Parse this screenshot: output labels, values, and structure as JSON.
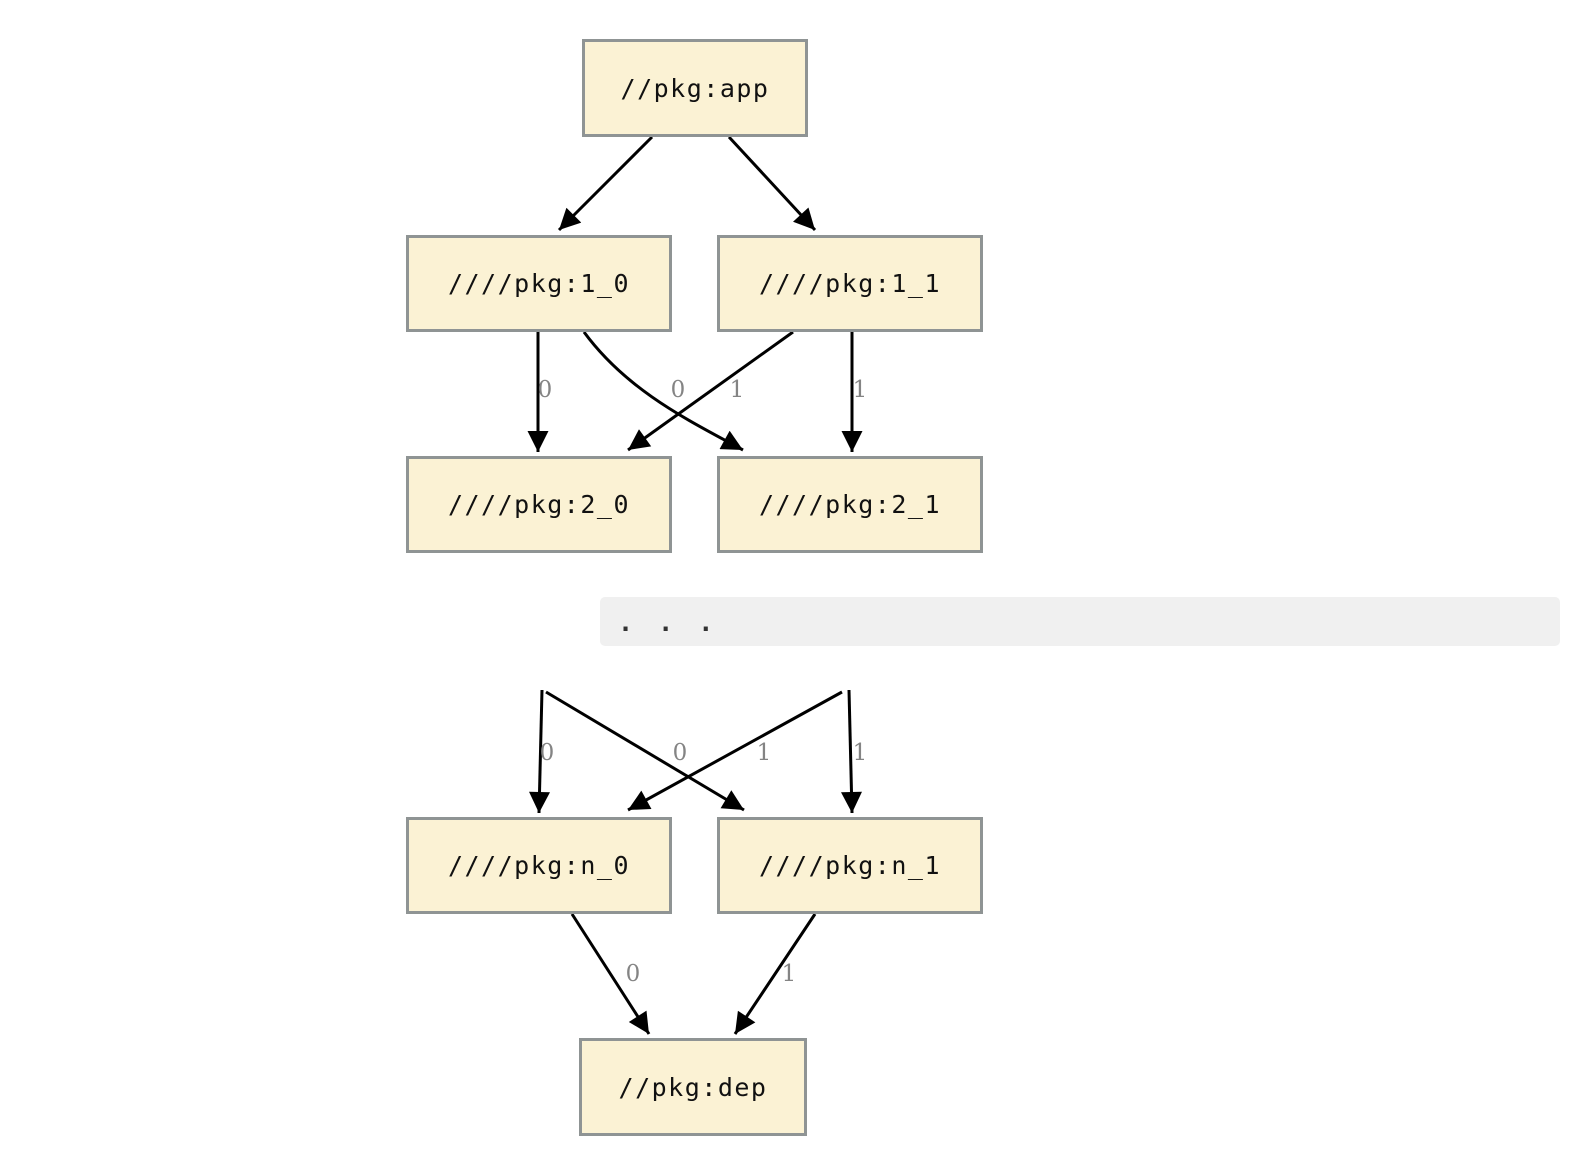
{
  "diagram": {
    "type": "dependency-graph",
    "nodes": {
      "app": {
        "label": "//pkg:app"
      },
      "l1_0": {
        "label": "////pkg:1_0"
      },
      "l1_1": {
        "label": "////pkg:1_1"
      },
      "l2_0": {
        "label": "////pkg:2_0"
      },
      "l2_1": {
        "label": "////pkg:2_1"
      },
      "ln_0": {
        "label": "////pkg:n_0"
      },
      "ln_1": {
        "label": "////pkg:n_1"
      },
      "dep": {
        "label": "//pkg:dep"
      }
    },
    "edges": [
      {
        "from": "//pkg:app",
        "to": "////pkg:1_0",
        "label": ""
      },
      {
        "from": "//pkg:app",
        "to": "////pkg:1_1",
        "label": ""
      },
      {
        "from": "////pkg:1_0",
        "to": "////pkg:2_0",
        "label": "0"
      },
      {
        "from": "////pkg:1_0",
        "to": "////pkg:2_1",
        "label": "0"
      },
      {
        "from": "////pkg:1_1",
        "to": "////pkg:2_0",
        "label": "1"
      },
      {
        "from": "////pkg:1_1",
        "to": "////pkg:2_1",
        "label": "1"
      },
      {
        "from": "…",
        "to": "////pkg:n_0",
        "label": "0"
      },
      {
        "from": "…",
        "to": "////pkg:n_1",
        "label": "0"
      },
      {
        "from": "…",
        "to": "////pkg:n_0",
        "label": "1"
      },
      {
        "from": "…",
        "to": "////pkg:n_1",
        "label": "1"
      },
      {
        "from": "////pkg:n_0",
        "to": "//pkg:dep",
        "label": "0"
      },
      {
        "from": "////pkg:n_1",
        "to": "//pkg:dep",
        "label": "1"
      }
    ],
    "ellipsis": ". . .",
    "colors": {
      "node_fill": "#FBF2D4",
      "node_border": "#8F9494",
      "edge": "#000000",
      "edge_label": "#848484",
      "band": "#F0F0F0"
    }
  }
}
